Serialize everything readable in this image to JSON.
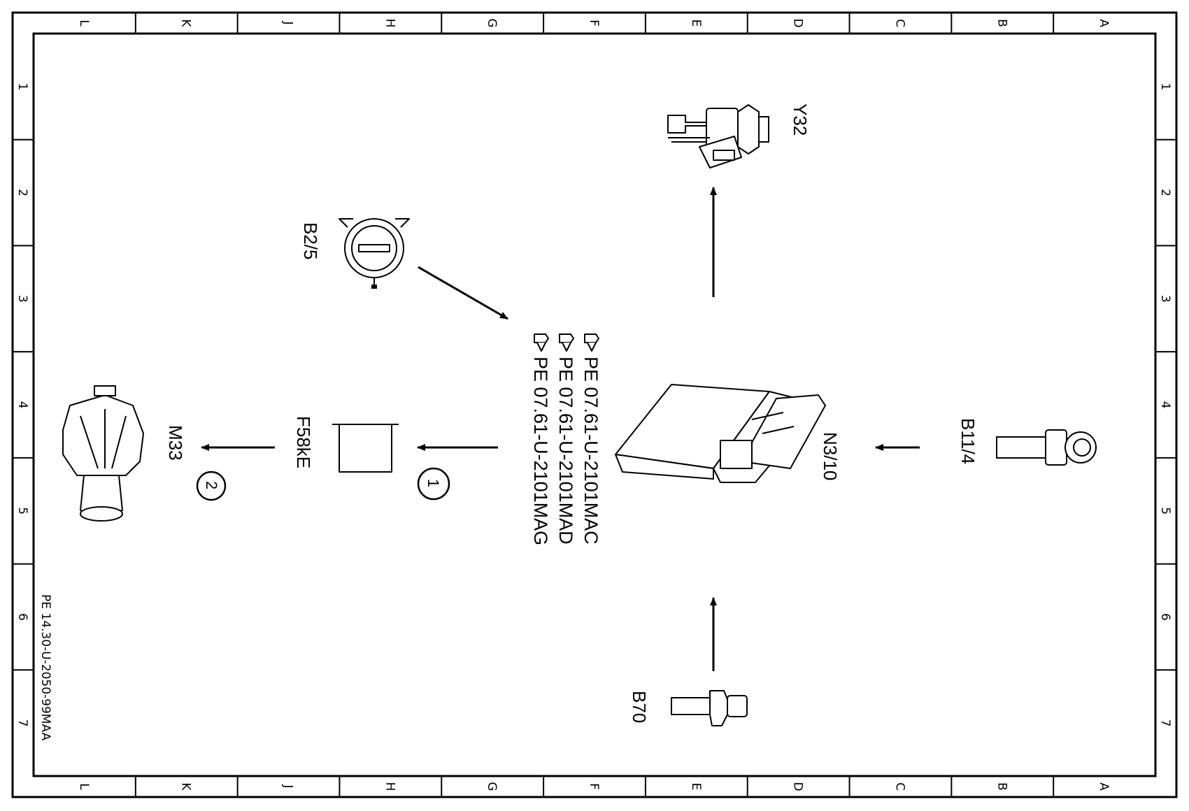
{
  "frame": {
    "columns": [
      "L",
      "K",
      "J",
      "H",
      "G",
      "F",
      "E",
      "D",
      "C",
      "B",
      "A"
    ],
    "rows": [
      "1",
      "2",
      "3",
      "4",
      "5",
      "6",
      "7"
    ],
    "doc_number": "PE 14.30-U-2050-99MAA"
  },
  "components": {
    "y32": "Y32",
    "b2_5": "B2/5",
    "n3_10": "N3/10",
    "b11_4": "B11/4",
    "b70": "B70",
    "f58ke": "F58kE",
    "m33": "M33"
  },
  "callouts": {
    "c1": "1",
    "c2": "2"
  },
  "references": [
    "PE 07.61-U-2101MAC",
    "PE 07.61-U-2101MAD",
    "PE 07.61-U-2101MAG"
  ],
  "icons": {
    "reference": "pointing-hand-icon"
  }
}
